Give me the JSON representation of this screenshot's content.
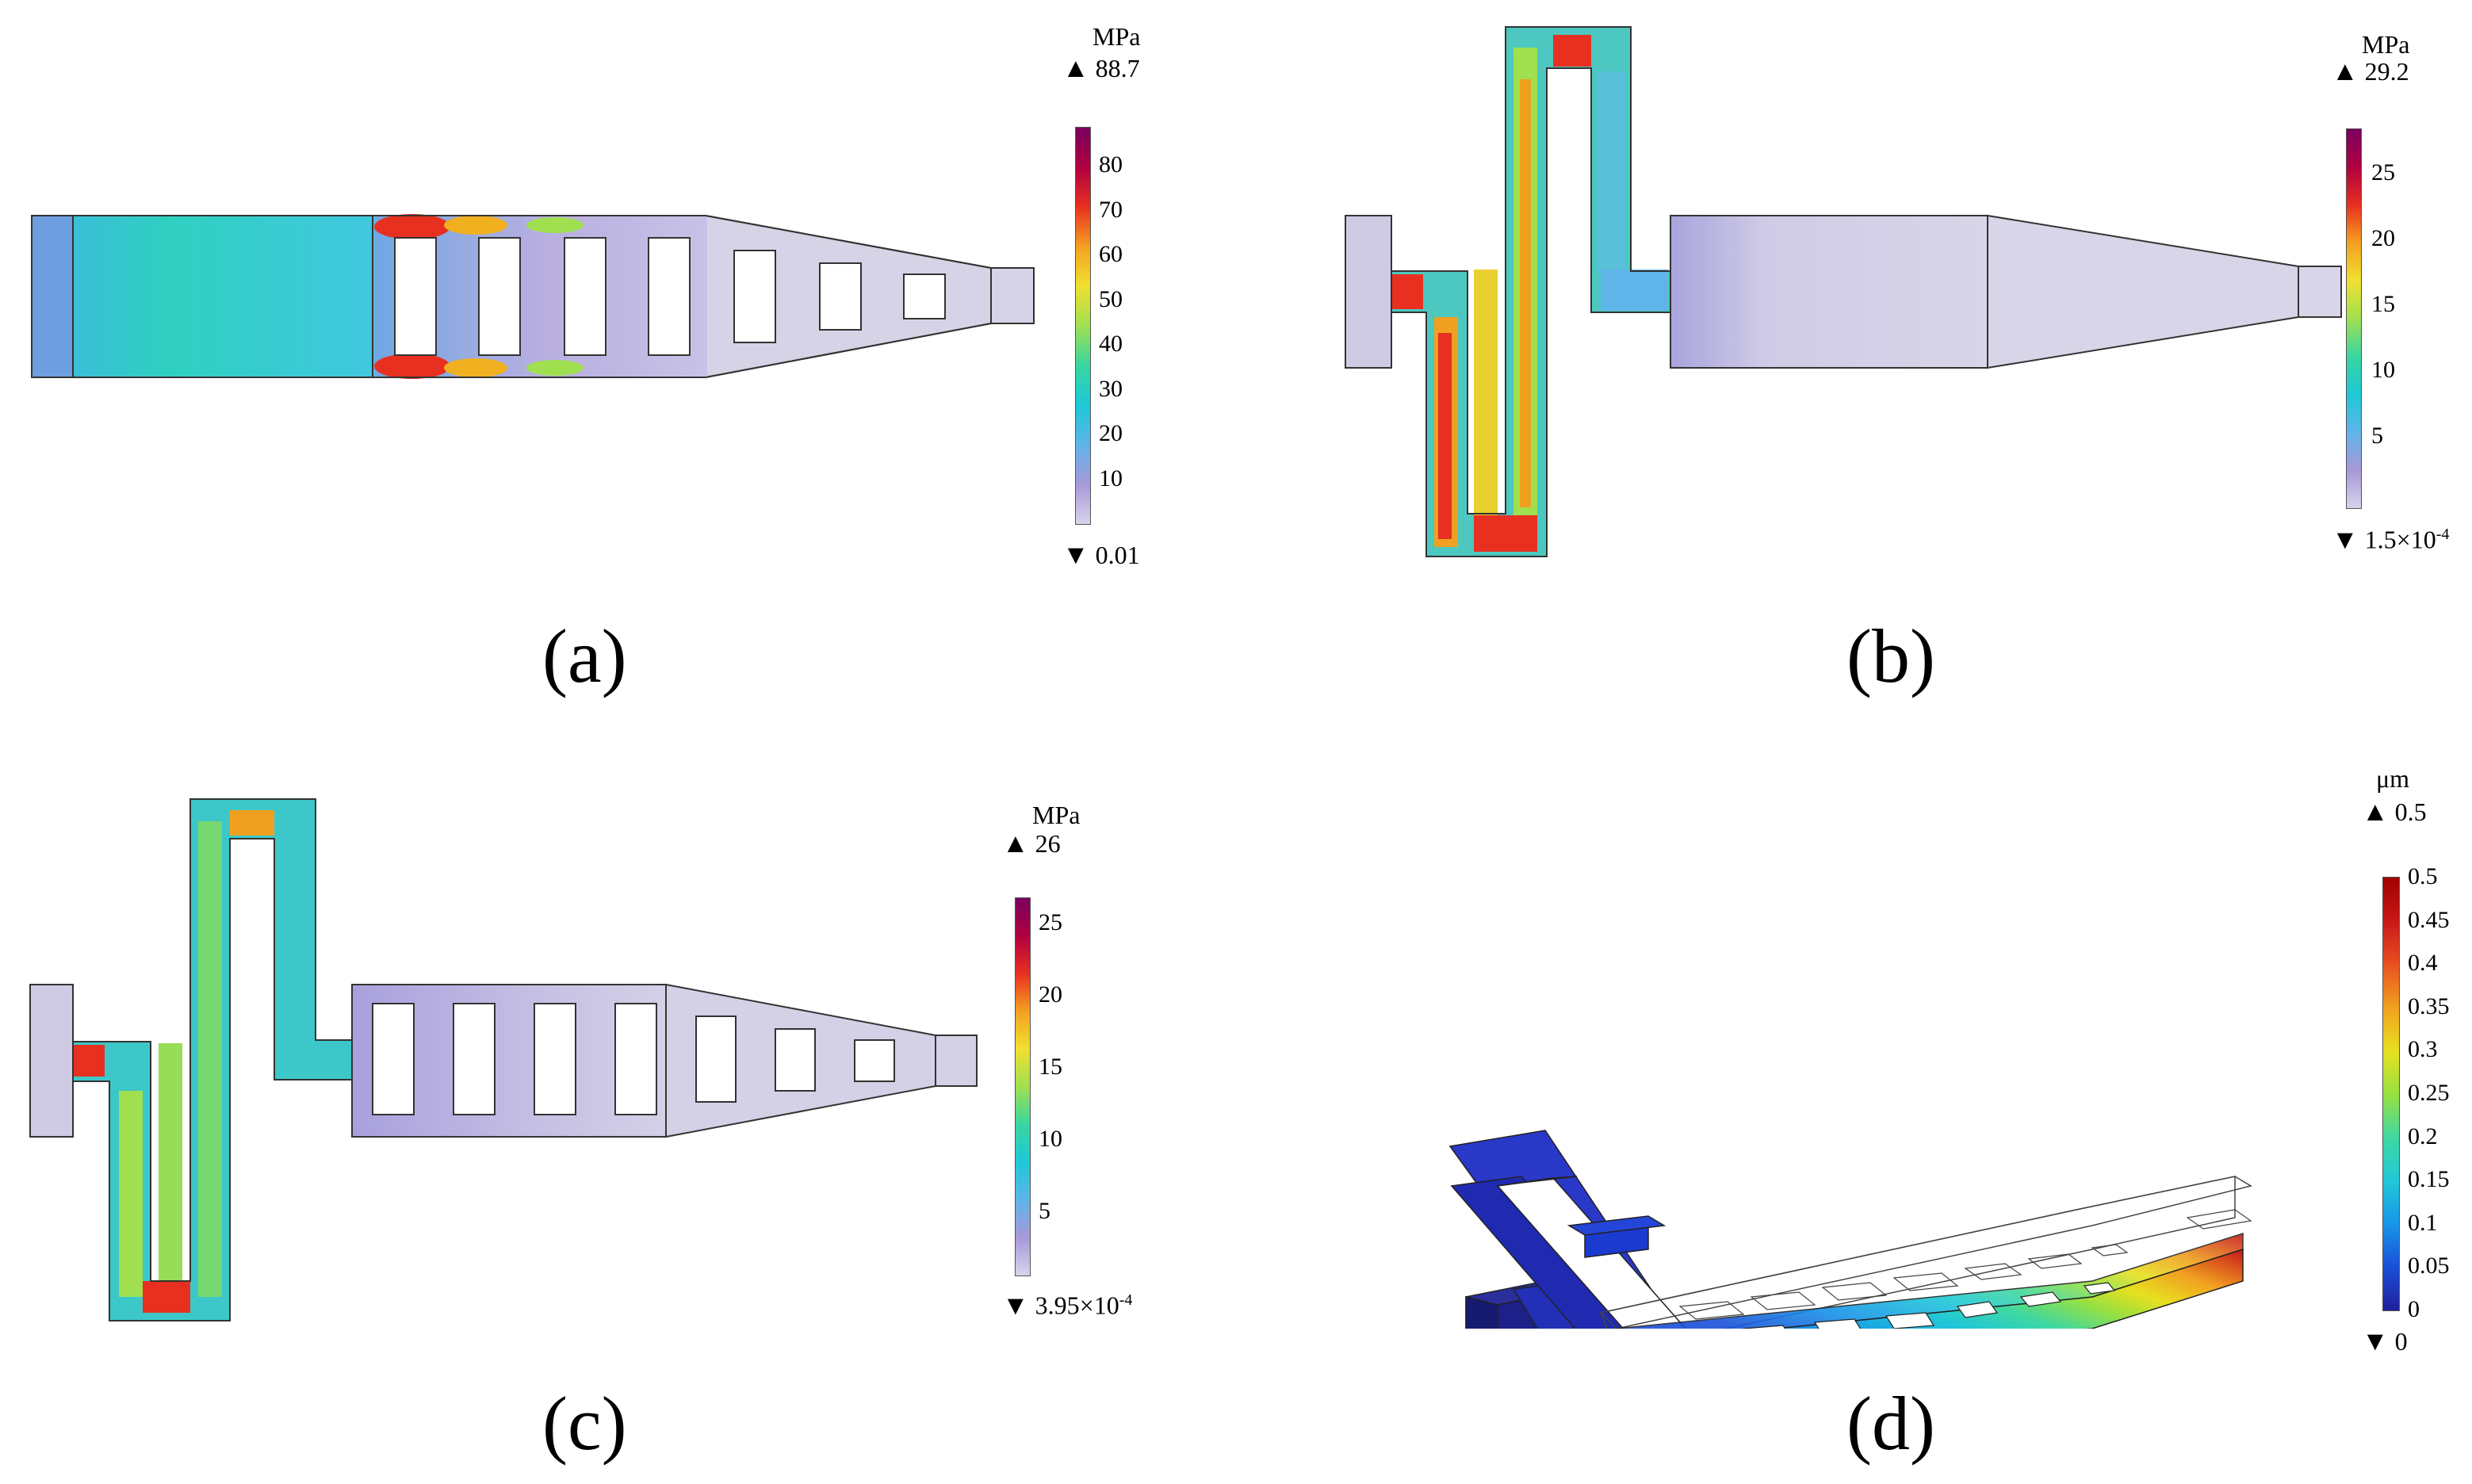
{
  "panels": [
    {
      "label": "(a)",
      "colorbar": {
        "unit": "MPa",
        "max_label": "88.7",
        "min_label": "0.01",
        "ticks": [
          "80",
          "70",
          "60",
          "50",
          "40",
          "30",
          "20",
          "10"
        ],
        "colors": [
          "#d8d3ec",
          "#a898d8",
          "#5fb4ea",
          "#1ec8d8",
          "#39d6a0",
          "#a0e050",
          "#f0e030",
          "#f5a020",
          "#e83020",
          "#b00040",
          "#7a0060"
        ]
      }
    },
    {
      "label": "(b)",
      "colorbar": {
        "unit": "MPa",
        "max_label": "29.2",
        "min_label": "1.5×10",
        "min_exp": "-4",
        "ticks": [
          "25",
          "20",
          "15",
          "10",
          "5"
        ],
        "colors": [
          "#d8d3ec",
          "#a898d8",
          "#5fb4ea",
          "#1ec8d8",
          "#39d6a0",
          "#a0e050",
          "#f0e030",
          "#f5a020",
          "#e83020",
          "#b00040",
          "#7a0060"
        ]
      }
    },
    {
      "label": "(c)",
      "colorbar": {
        "unit": "MPa",
        "max_label": "26",
        "min_label": "3.95×10",
        "min_exp": "-4",
        "ticks": [
          "25",
          "20",
          "15",
          "10",
          "5"
        ],
        "colors": [
          "#d8d3ec",
          "#a898d8",
          "#5fb4ea",
          "#1ec8d8",
          "#39d6a0",
          "#a0e050",
          "#f0e030",
          "#f5a020",
          "#e83020",
          "#b00040",
          "#7a0060"
        ]
      }
    },
    {
      "label": "(d)",
      "colorbar": {
        "unit": "μm",
        "max_label": "0.5",
        "min_label": "0",
        "ticks": [
          "0.5",
          "0.45",
          "0.4",
          "0.35",
          "0.3",
          "0.25",
          "0.2",
          "0.15",
          "0.1",
          "0.05",
          "0"
        ],
        "colors": [
          "#20209a",
          "#1a4fd8",
          "#1896e8",
          "#20c8d8",
          "#40d8a0",
          "#98e040",
          "#e8e020",
          "#f0a020",
          "#e85020",
          "#c81818",
          "#a00000"
        ]
      }
    }
  ]
}
